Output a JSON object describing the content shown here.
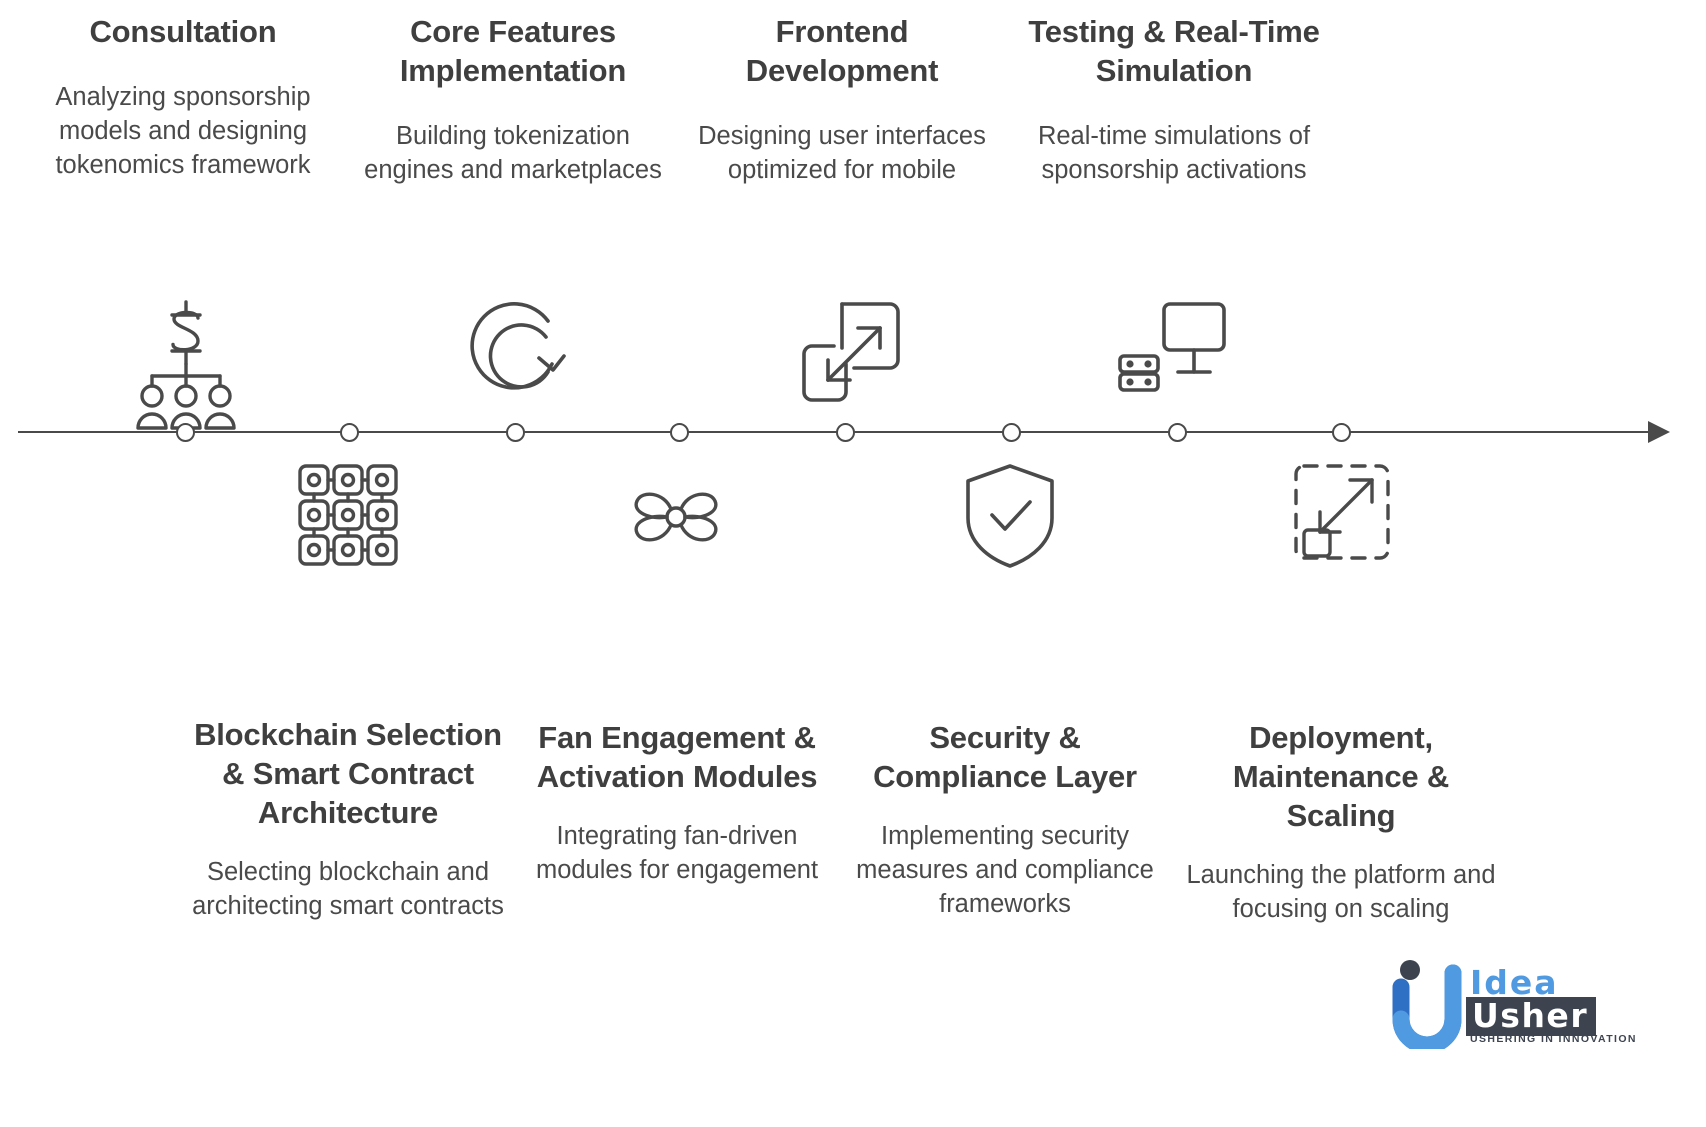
{
  "diagram": {
    "type": "horizontal-timeline",
    "background_color": "#ffffff",
    "line_color": "#4a4a4a",
    "title_color": "#3f3f3f",
    "body_color": "#4a4a4a",
    "node_count": 8
  },
  "steps": [
    {
      "index": 1,
      "position": "above",
      "title": "Consultation",
      "description": "Analyzing sponsorship models and designing tokenomics framework",
      "icon": "org-chart-dollar-icon"
    },
    {
      "index": 2,
      "position": "below",
      "title": "Blockchain Selection & Smart Contract Architecture",
      "description": "Selecting blockchain and architecting smart contracts",
      "icon": "blockchain-node-grid-icon"
    },
    {
      "index": 3,
      "position": "above",
      "title": "Core Features Implementation",
      "description": "Building tokenization engines and marketplaces",
      "icon": "circular-refresh-icon"
    },
    {
      "index": 4,
      "position": "below",
      "title": "Fan Engagement & Activation Modules",
      "description": "Integrating fan-driven modules for engagement",
      "icon": "pinwheel-petals-icon"
    },
    {
      "index": 5,
      "position": "above",
      "title": "Frontend Development",
      "description": "Designing user interfaces optimized for mobile",
      "icon": "responsive-screens-icon"
    },
    {
      "index": 6,
      "position": "below",
      "title": "Security & Compliance Layer",
      "description": "Implementing security measures and compliance frameworks",
      "icon": "shield-check-icon"
    },
    {
      "index": 7,
      "position": "above",
      "title": "Testing & Real-Time Simulation",
      "description": "Real-time simulations of sponsorship activations",
      "icon": "server-monitor-icon"
    },
    {
      "index": 8,
      "position": "below",
      "title": "Deployment, Maintenance & Scaling",
      "description": "Launching the platform and focusing on scaling",
      "icon": "scale-expand-dashed-icon"
    }
  ],
  "logo": {
    "word_one": "Idea",
    "word_two": "Usher",
    "tagline": "USHERING IN INNOVATION",
    "accent_light": "#4f9ae0",
    "accent_dark": "#2f6fc4",
    "dot_color": "#3d4450",
    "box_color": "#3d4450"
  }
}
